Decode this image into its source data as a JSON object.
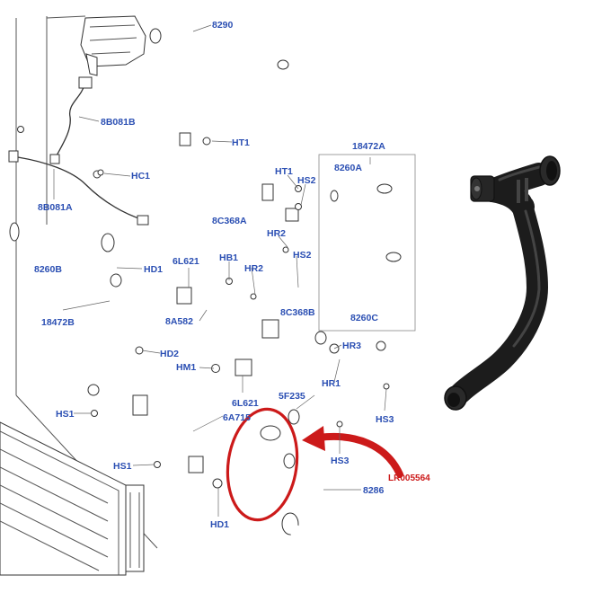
{
  "labels": {
    "p8290": "8290",
    "p8B081B": "8B081B",
    "p8B081A": "8B081A",
    "p8260B": "8260B",
    "p18472B": "18472B",
    "HT1a": "HT1",
    "HC1": "HC1",
    "HD1a": "HD1",
    "p18472A": "18472A",
    "p8260A": "8260A",
    "HT1b": "HT1",
    "HS2a": "HS2",
    "HR2a": "HR2",
    "HS2b": "HS2",
    "p8C368A": "8C368A",
    "p6L621a": "6L621",
    "HB1": "HB1",
    "HR2b": "HR2",
    "p8C368B": "8C368B",
    "p8260C": "8260C",
    "p8A582": "8A582",
    "HD2": "HD2",
    "HM1": "HM1",
    "HR3": "HR3",
    "HR1": "HR1",
    "p5F235": "5F235",
    "p6L621b": "6L621",
    "p6A715": "6A715",
    "HS1a": "HS1",
    "HS1b": "HS1",
    "HS3a": "HS3",
    "HS3b": "HS3",
    "p8286": "8286",
    "HD1b": "HD1",
    "partno": "LR005564"
  },
  "colors": {
    "label": "#2b4fb3",
    "highlight": "#cc1a1a",
    "hose_photo": "#1c1c1c"
  },
  "icons": {
    "callout_arrow": "curved-arrow-icon",
    "highlight_ring": "highlight-ellipse"
  }
}
